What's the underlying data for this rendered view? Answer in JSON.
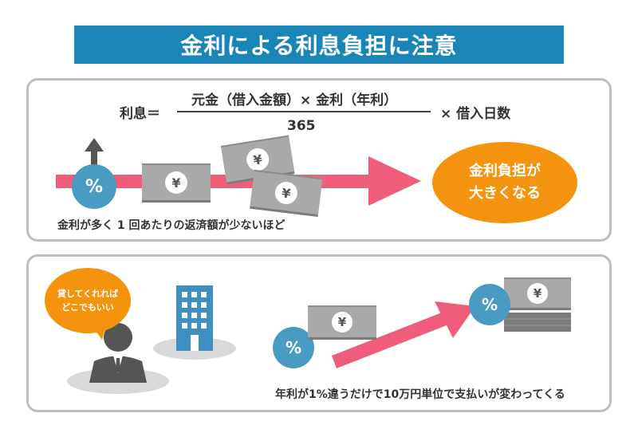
{
  "title": "金利による利息負担に注意",
  "formula": {
    "lhs": "利息＝",
    "numerator": "元金（借入金額）× 金利（年利）",
    "denominator": "365",
    "multiplier": "× 借入日数"
  },
  "top_panel": {
    "percent_symbol": "%",
    "yen_symbol": "¥",
    "result_line1": "金利負担が",
    "result_line2": "大きくなる",
    "caption": "金利が多く 1 回あたりの返済額が少ないほど"
  },
  "bottom_panel": {
    "speech_line1": "貸してくれれば",
    "speech_line2": "どこでもいい",
    "percent_symbol": "%",
    "yen_symbol": "¥",
    "caption": "年利が1%違うだけで10万円単位で支払いが変わってくる"
  },
  "colors": {
    "title_bg": "#1a86b8",
    "accent_orange": "#f4940e",
    "arrow_pink": "#ef5d7b",
    "percent_blue": "#4a9bc3",
    "bill_gray": "#a9a9a9",
    "building_blue": "#3f8fc1"
  }
}
